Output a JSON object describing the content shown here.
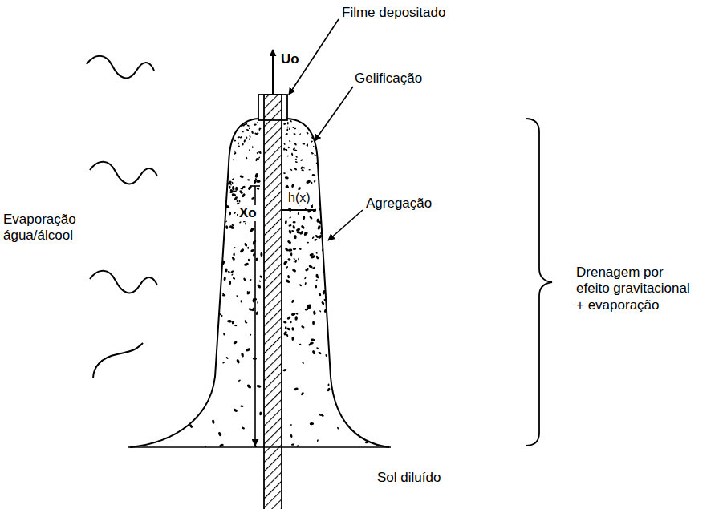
{
  "diagram": {
    "labels": [
      "Filme depositado",
      "Uo",
      "Gelificação",
      "h(x)",
      "Agregação",
      "Evaporação água/álcool",
      "Xo",
      "Drenagem por efeito gravitacional + evaporação",
      "Sol diluído"
    ]
  }
}
